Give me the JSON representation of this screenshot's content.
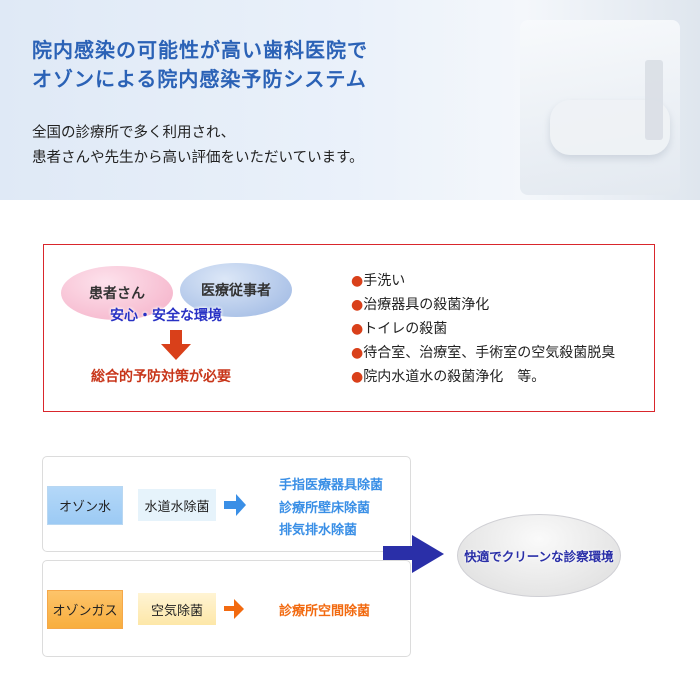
{
  "banner": {
    "title_lines": [
      "院内感染の可能性が高い歯科医院で",
      "オゾンによる院内感染予防システム"
    ],
    "subtitle_lines": [
      "全国の診療所で多く利用され、",
      "患者さんや先生から高い評価をいただいています。"
    ]
  },
  "box1": {
    "patient": "患者さん",
    "staff": "医療従事者",
    "safe_env": "安心・安全な環境",
    "need": "総合的予防対策が必要",
    "items": [
      "手洗い",
      "治療器具の殺菌浄化",
      "トイレの殺菌",
      "待合室、治療室、手術室の空気殺菌脱臭",
      "院内水道水の殺菌浄化　等。"
    ]
  },
  "water": {
    "label": "オゾン水",
    "use": "水道水除菌",
    "results": [
      "手指医療器具除菌",
      "診療所壁床除菌",
      "排気排水除菌"
    ]
  },
  "gas": {
    "label": "オゾンガス",
    "use": "空気除菌",
    "results": [
      "診療所空間除菌"
    ]
  },
  "outcome": "快適でクリーンな診察環境",
  "colors": {
    "title": "#2b62b6",
    "border": "#d9262c",
    "water": "#3a8fe6",
    "gas": "#f26a10",
    "outcome": "#2a2fa8"
  }
}
